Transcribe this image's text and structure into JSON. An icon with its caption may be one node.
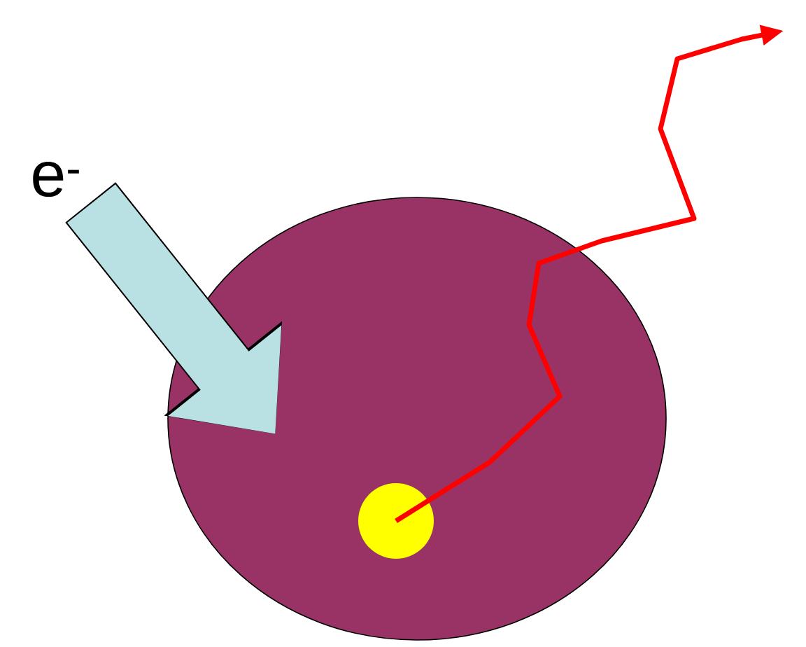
{
  "diagram": {
    "nodes": [
      {
        "text": [],
        "shape": "circle"
      },
      {
        "text": [],
        "shape": "circle",
        "in": 0
      },
      {
        "text": [
          "e$^{-}$"
        ]
      }
    ],
    "edges": [
      {
        "from": 2,
        "to": 0,
        "arrow": "to",
        "style": "thick",
        "color": "#b9e0e3"
      },
      {
        "from": 1,
        "to": null,
        "arrow": "to",
        "color": "#ff0000"
      }
    ]
  }
}
